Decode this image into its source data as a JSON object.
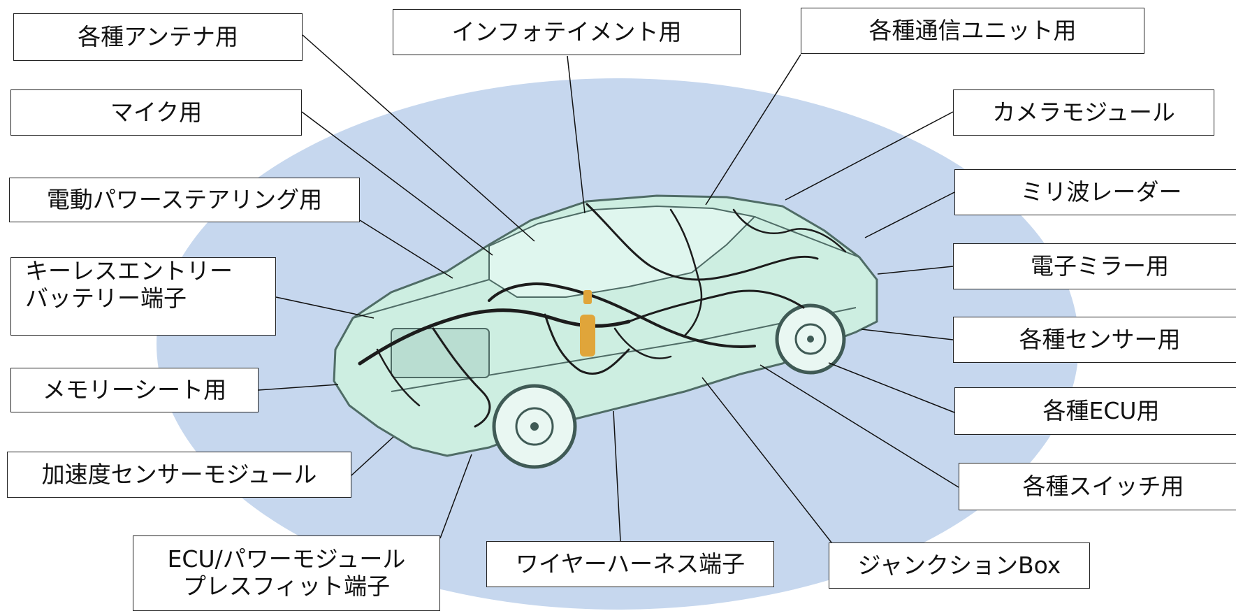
{
  "colors": {
    "ellipse": "#c6d7ee",
    "car_body": "#cdeee1",
    "car_outline": "#4f6c66",
    "harness": "#1c1c1c",
    "connector": "#e0a53a",
    "leader_line": "#111111"
  },
  "labels": {
    "antenna": "各種アンテナ用",
    "microphone": "マイク用",
    "eps": "電動パワーステアリング用",
    "keyless_line1": "キーレスエントリー",
    "keyless_line2": "バッテリー端子",
    "memory_seat": "メモリーシート用",
    "accel_sensor": "加速度センサーモジュール",
    "ecu_power_line1": "ECU/パワーモジュール",
    "ecu_power_line2": "プレスフィット端子",
    "infotainment": "インフォテイメント用",
    "wire_harness": "ワイヤーハーネス端子",
    "comm_unit": "各種通信ユニット用",
    "camera": "カメラモジュール",
    "mmwave": "ミリ波レーダー",
    "e_mirror": "電子ミラー用",
    "sensors": "各種センサー用",
    "ecu": "各種ECU用",
    "switches": "各種スイッチ用",
    "junction": "ジャンクションBox"
  }
}
